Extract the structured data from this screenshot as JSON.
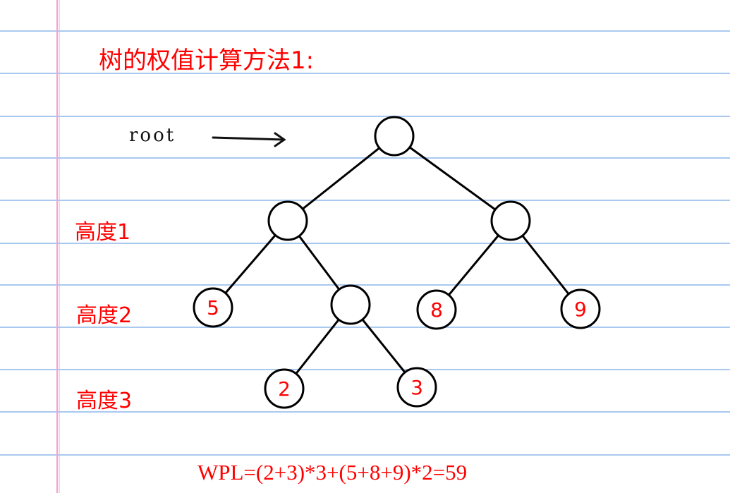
{
  "title": "树的权值计算方法1:",
  "root_label": "root",
  "levels": [
    "高度1",
    "高度2",
    "高度3"
  ],
  "formula": "WPL=(2+3)*3+(5+8+9)*2=59",
  "tree": {
    "nodes": [
      {
        "id": "root",
        "weight": ""
      },
      {
        "id": "n1",
        "weight": ""
      },
      {
        "id": "n2",
        "weight": ""
      },
      {
        "id": "leaf5",
        "weight": "5"
      },
      {
        "id": "n3",
        "weight": ""
      },
      {
        "id": "leaf8",
        "weight": "8"
      },
      {
        "id": "leaf9",
        "weight": "9"
      },
      {
        "id": "leaf2",
        "weight": "2"
      },
      {
        "id": "leaf3",
        "weight": "3"
      }
    ],
    "edges": [
      [
        "root",
        "n1"
      ],
      [
        "root",
        "n2"
      ],
      [
        "n1",
        "leaf5"
      ],
      [
        "n1",
        "n3"
      ],
      [
        "n2",
        "leaf8"
      ],
      [
        "n2",
        "leaf9"
      ],
      [
        "n3",
        "leaf2"
      ],
      [
        "n3",
        "leaf3"
      ]
    ]
  },
  "colors": {
    "rule_line": "#a9c9ef",
    "margin_line": "#f2a3d0",
    "label_red": "#ff0000",
    "stroke": "#000000"
  }
}
